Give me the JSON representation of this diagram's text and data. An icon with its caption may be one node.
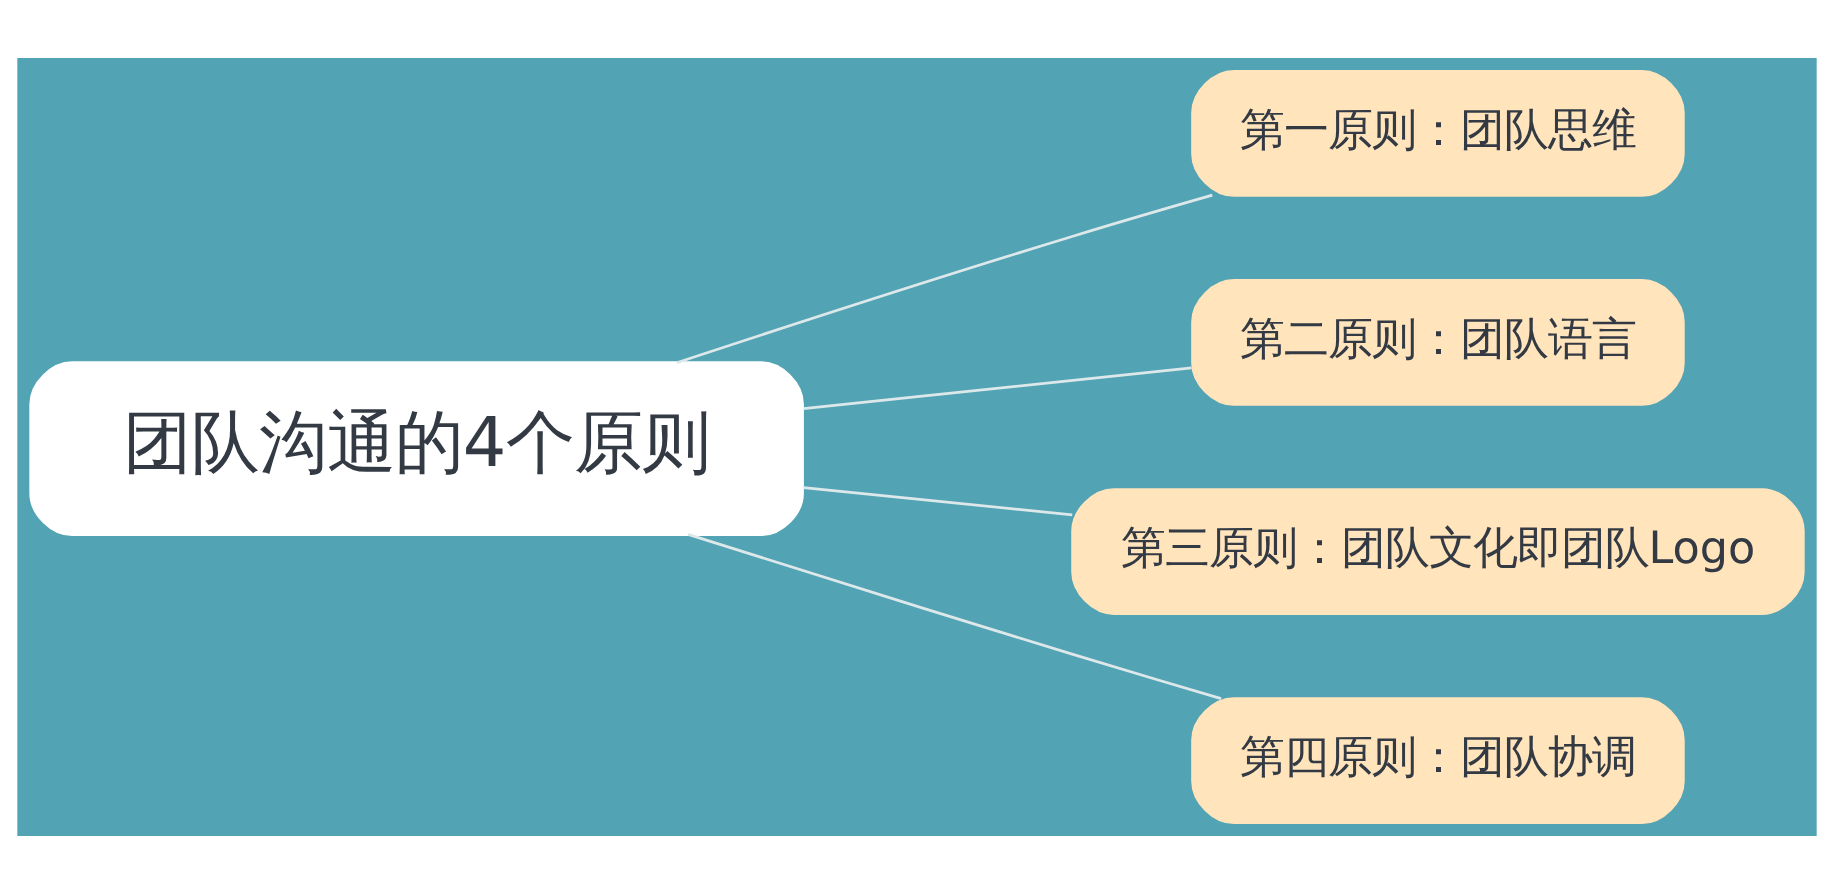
{
  "diagram": {
    "nodes": [
      {
        "text": [
          "团队沟通的4个原则"
        ]
      },
      {
        "text": [
          "第一原则：团队思维"
        ]
      },
      {
        "text": [
          "第二原则：团队语言"
        ]
      },
      {
        "text": [
          "第三原则：团队文化即团队Logo"
        ]
      },
      {
        "text": [
          "第四原则：团队协调"
        ]
      }
    ],
    "edges": [
      {
        "from": 0,
        "to": 1,
        "arrow": "none"
      },
      {
        "from": 0,
        "to": 2,
        "arrow": "none"
      },
      {
        "from": 0,
        "to": 3,
        "arrow": "none"
      },
      {
        "from": 0,
        "to": 4,
        "arrow": "none"
      }
    ]
  }
}
